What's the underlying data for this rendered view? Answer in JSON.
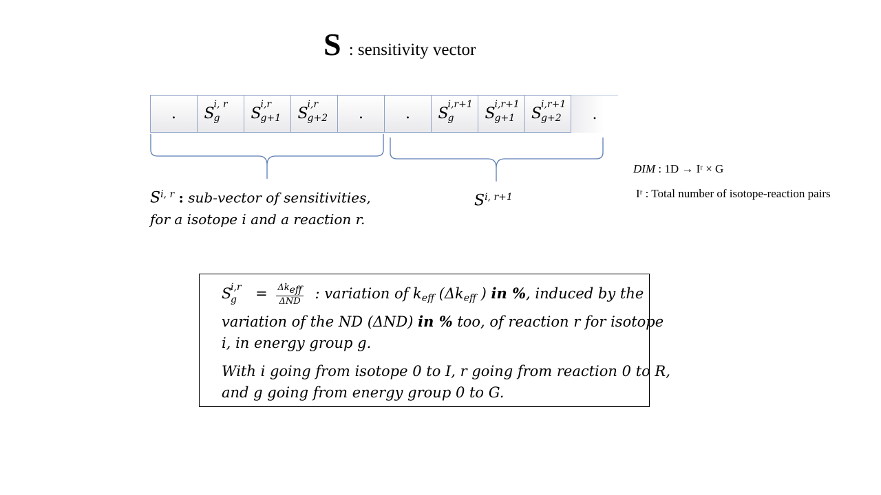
{
  "title": {
    "symbol": "S",
    "text": ": sensitivity vector"
  },
  "vector": {
    "cells": [
      {
        "base": ".",
        "sup": "",
        "sub": ""
      },
      {
        "base": "S",
        "sup": "i, r",
        "sub": "g"
      },
      {
        "base": "S",
        "sup": "i,r",
        "sub": "g+1"
      },
      {
        "base": "S",
        "sup": "i,r",
        "sub": "g+2"
      },
      {
        "base": ".",
        "sup": "",
        "sub": ""
      },
      {
        "base": ".",
        "sup": "",
        "sub": ""
      },
      {
        "base": "S",
        "sup": "i,r+1",
        "sub": "g"
      },
      {
        "base": "S",
        "sup": "i,r+1",
        "sub": "g+1"
      },
      {
        "base": "S",
        "sup": "i,r+1",
        "sub": "g+2"
      },
      {
        "base": ".",
        "sup": "",
        "sub": ""
      }
    ]
  },
  "left_brace_label": {
    "symbol": "S",
    "sup": "i, r",
    "colon": ":",
    "line1": "sub-vector of sensitivities,",
    "line2": "for a isotope i and a reaction r."
  },
  "right_brace_label": {
    "symbol": "S",
    "sup": "i, r+1"
  },
  "dim": {
    "label": "DIM",
    "text": ": 1D → Iʳ × G"
  },
  "pairs": {
    "text": "Iʳ : Total number of isotope-reaction pairs"
  },
  "definition": {
    "lhs_base": "S",
    "lhs_sup": "i,r",
    "lhs_sub": "g",
    "equals": "=",
    "frac_num": "Δk",
    "frac_num_sub": "eff",
    "frac_den": "ΔND",
    "line1_a": ": variation of k",
    "keff_sub": "eff",
    "line1_b": " (Δk",
    "line1_c": " ) ",
    "in_pct": "in %",
    "line1_d": ", induced by the",
    "line2_a": "variation of the ND (ΔND) ",
    "line2_b": " too, of reaction r for isotope",
    "line3": "i, in energy group g.",
    "line4": "With i going from isotope 0 to I, r going from reaction 0 to R,",
    "line5": "and g going from energy group 0 to G."
  }
}
